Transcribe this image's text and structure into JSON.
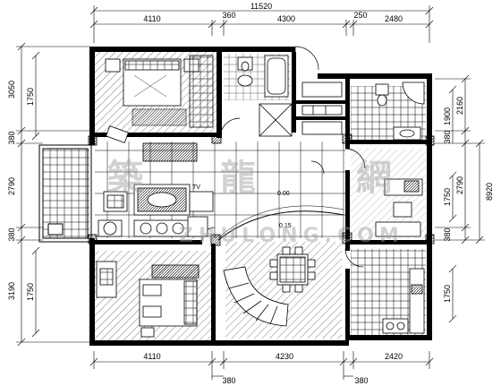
{
  "dimensions": {
    "top_total": "11520",
    "top": [
      "4110",
      "360",
      "4300",
      "250",
      "2480"
    ],
    "bottom": [
      "4110",
      "4230",
      "2420"
    ],
    "bottom_small": [
      "380",
      "380"
    ],
    "left": [
      "3050",
      "1750",
      "380",
      "2790",
      "380",
      "3190",
      "1750"
    ],
    "right": [
      "2160",
      "1900",
      "380",
      "2790",
      "1750",
      "380",
      "1750"
    ],
    "right_total": "8920"
  },
  "labels": {
    "area_mark_1": "0.00",
    "area_mark_2": "0.15",
    "tv_mark": "TV"
  },
  "watermark": {
    "chars": [
      "築",
      "龍",
      "網"
    ],
    "latin": "ZHULONG.COM"
  }
}
